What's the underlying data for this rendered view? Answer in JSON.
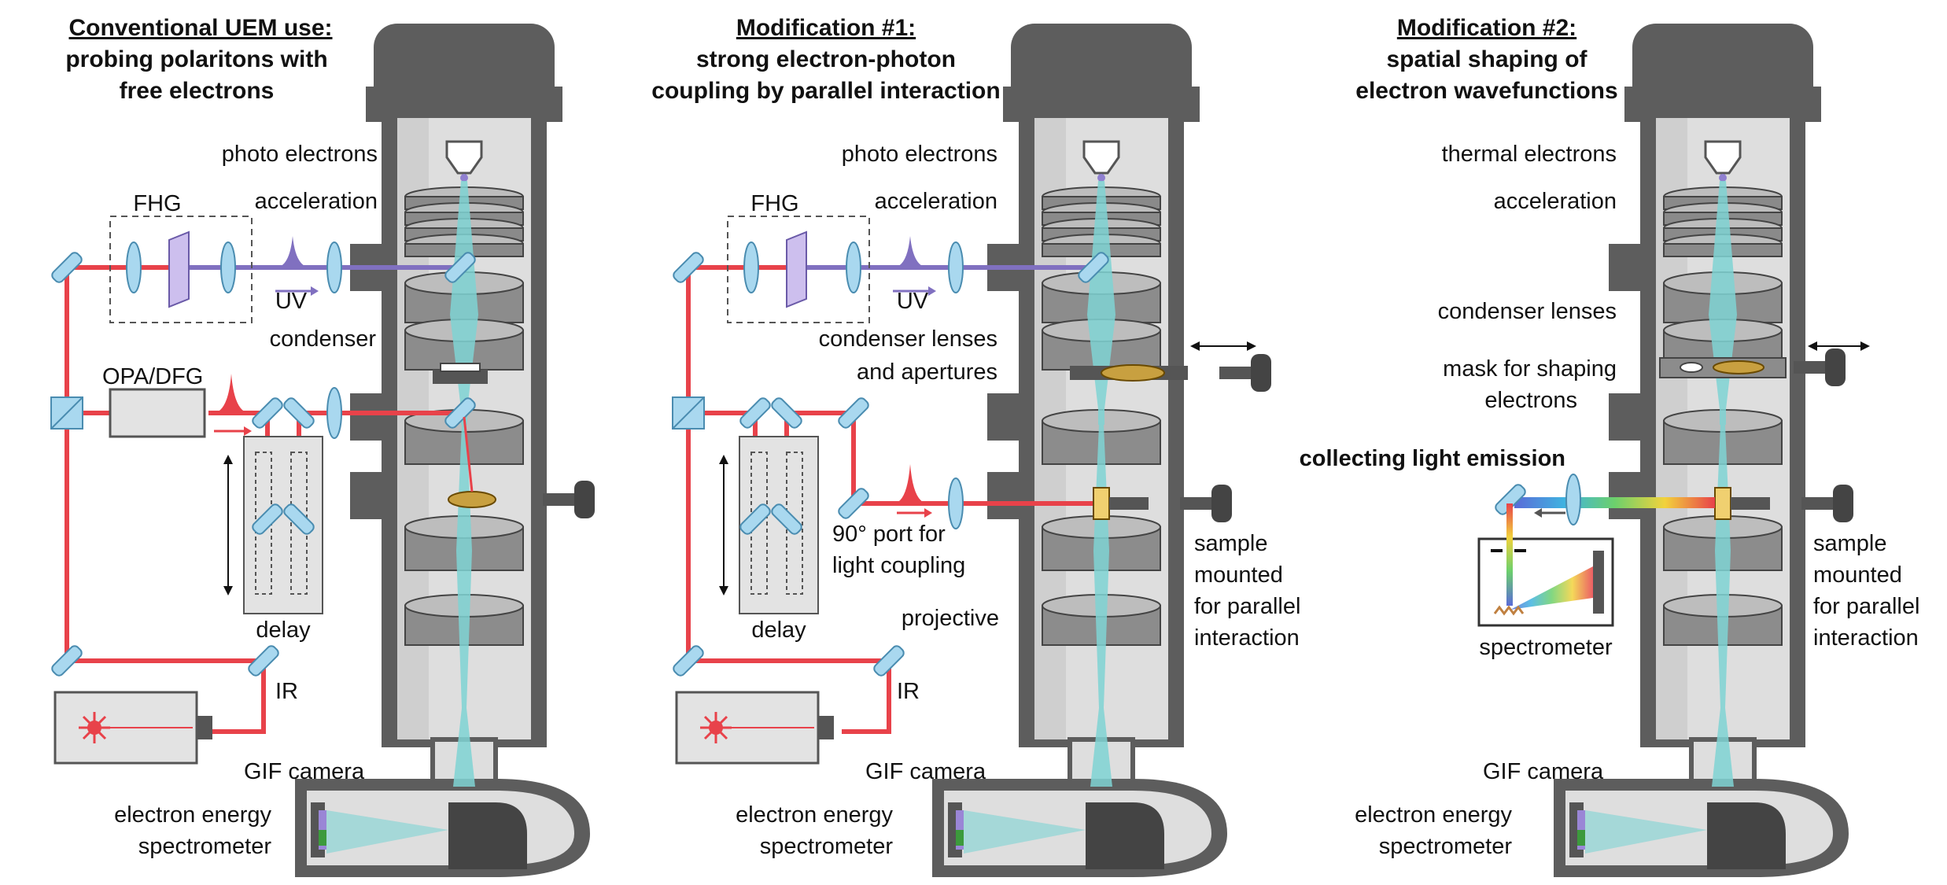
{
  "panels": [
    {
      "title_lines": [
        "Conventional UEM use:",
        "probing polaritons with",
        "free electrons"
      ],
      "labels": {
        "photo": "photo electrons",
        "accel": "acceleration",
        "fhg": "FHG",
        "uv": "UV",
        "condenser": "condenser",
        "opa": "OPA/DFG",
        "delay": "delay",
        "ir": "IR",
        "gif": "GIF camera",
        "spec1": "electron energy",
        "spec2": "spectrometer"
      }
    },
    {
      "title_lines": [
        "Modification #1:",
        "strong electron-photon",
        "coupling by parallel interaction"
      ],
      "labels": {
        "photo": "photo electrons",
        "accel": "acceleration",
        "fhg": "FHG",
        "uv": "UV",
        "cond1": "condenser lenses",
        "cond2": "and apertures",
        "port1": "90° port for",
        "port2": "light coupling",
        "delay": "delay",
        "proj": "projective",
        "ir": "IR",
        "sample1": "sample",
        "sample2": "mounted",
        "sample3": "for parallel",
        "sample4": "interaction",
        "gif": "GIF camera",
        "spec1": "electron energy",
        "spec2": "spectrometer"
      }
    },
    {
      "title_lines": [
        "Modification #2:",
        "spatial shaping of",
        "electron wavefunctions"
      ],
      "labels": {
        "thermal": "thermal electrons",
        "accel": "acceleration",
        "cond": "condenser lenses",
        "mask1": "mask for shaping",
        "mask2": "electrons",
        "collect": "collecting light emission",
        "spectrometer": "spectrometer",
        "sample1": "sample",
        "sample2": "mounted",
        "sample3": "for parallel",
        "sample4": "interaction",
        "gif": "GIF camera",
        "spec1": "electron energy",
        "spec2": "spectrometer"
      }
    }
  ],
  "colors": {
    "column_dark": "#5a5a5a",
    "column_light": "#d9d9d9",
    "electron_beam": "#7fd4d4",
    "laser_red": "#e8424a",
    "uv_purple": "#8070c0",
    "lens_blue": "#a9d8ef"
  }
}
